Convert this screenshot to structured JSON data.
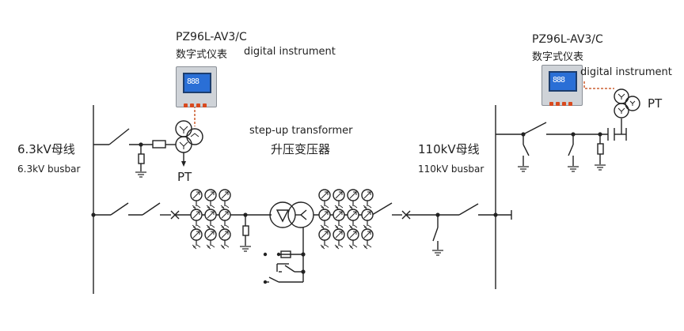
{
  "left_meter": {
    "model": "PZ96L-AV3/C",
    "name_cn": "数字式仪表",
    "name_en": "digital instrument",
    "display": "888"
  },
  "right_meter": {
    "model": "PZ96L-AV3/C",
    "name_cn": "数字式仪表",
    "name_en": "digital instrument",
    "display": "888"
  },
  "left_busbar": {
    "name_cn": "6.3kV母线",
    "name_en": "6.3kV busbar"
  },
  "right_busbar": {
    "name_cn": "110kV母线",
    "name_en": "110kV busbar"
  },
  "transformer": {
    "name_en": "step-up transformer",
    "name_cn": "升压变压器"
  },
  "left_pt": "PT",
  "right_pt": "PT",
  "colors": {
    "line": "#222222",
    "link": "#c2410c",
    "meter_screen": "#2a6fd6",
    "meter_button": "#d84a1f"
  }
}
